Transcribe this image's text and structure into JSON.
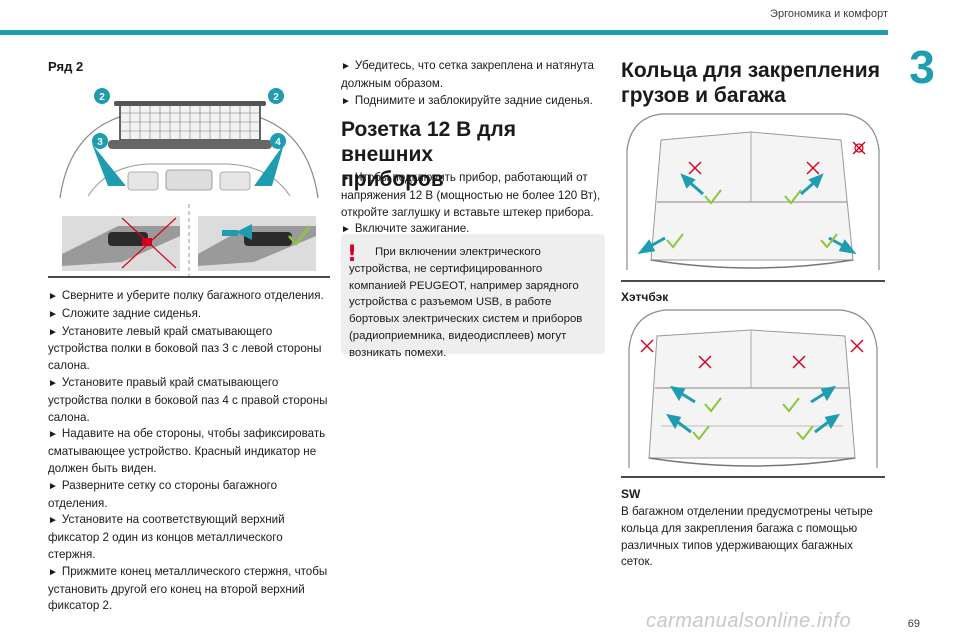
{
  "header": {
    "title": "Эргономика и комфорт",
    "chapter_number": "3"
  },
  "col1": {
    "heading": "Ряд 2",
    "figure": {
      "callouts": [
        "2",
        "2",
        "3",
        "4"
      ]
    },
    "steps": [
      "Сверните и уберите полку багажного отделения.",
      "Сложите задние сиденья.",
      "Установите левый край сматывающего устройства полки в боковой паз 3 с левой стороны салона.",
      "Установите правый край сматывающего устройства полки в боковой паз 4 с правой стороны салона.",
      "Надавите на обе стороны, чтобы зафиксировать сматывающее устройство. Красный индикатор не должен быть виден.",
      "Разверните сетку со стороны багажного отделения.",
      "Установите на соответствующий верхний фиксатор 2 один из концов металлического стержня.",
      "Прижмите конец металлического стержня, чтобы установить другой его конец на второй верхний фиксатор 2."
    ]
  },
  "col2": {
    "steps_top": [
      "Убедитесь, что сетка закреплена и натянута должным образом.",
      "Поднимите и заблокируйте задние сиденья."
    ],
    "section_title_line1": "Розетка 12 В для внешних",
    "section_title_line2": "приборов",
    "steps": [
      "Чтобы подключить прибор, работающий от напряжения 12 В (мощностью не более 120 Вт), откройте заглушку и вставьте штекер прибора.",
      "Включите зажигание."
    ],
    "warning": "При включении электрического устройства, не сертифицированного компанией PEUGEOT, например зарядного устройства с разъемом USB, в работе бортовых электрических систем и приборов (радиоприемника, видеодисплеев) могут возникать помехи."
  },
  "col3": {
    "section_title_line1": "Кольца для закрепления",
    "section_title_line2": "грузов и багажа",
    "fig1_caption": "Хэтчбэк",
    "fig2_caption": "SW",
    "text": "В багажном отделении предусмотрены четыре кольца для закрепления багажа с помощью различных типов удерживающих багажных сеток."
  },
  "footer": {
    "page_number": "69",
    "watermark": "carmanualsonline.info"
  },
  "colors": {
    "accent": "#1f9db0",
    "warning": "#d6001c",
    "check": "#8cc63f",
    "cross": "#d6001c"
  }
}
